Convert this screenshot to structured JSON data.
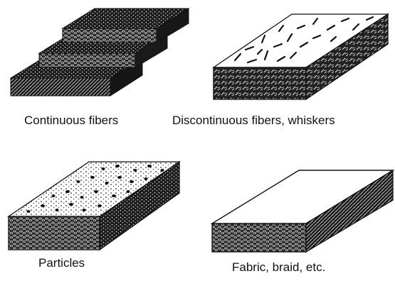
{
  "panels": [
    {
      "id": "continuous",
      "caption": "Continuous fibers"
    },
    {
      "id": "discontinuous",
      "caption": "Discontinuous fibers, whiskers"
    },
    {
      "id": "particles",
      "caption": "Particles"
    },
    {
      "id": "fabric",
      "caption": "Fabric, braid, etc."
    }
  ],
  "colors": {
    "ink": "#111111",
    "paper": "#ffffff",
    "fill_dark": "#1a1a1a",
    "fill_mid": "#2a2a2a"
  }
}
